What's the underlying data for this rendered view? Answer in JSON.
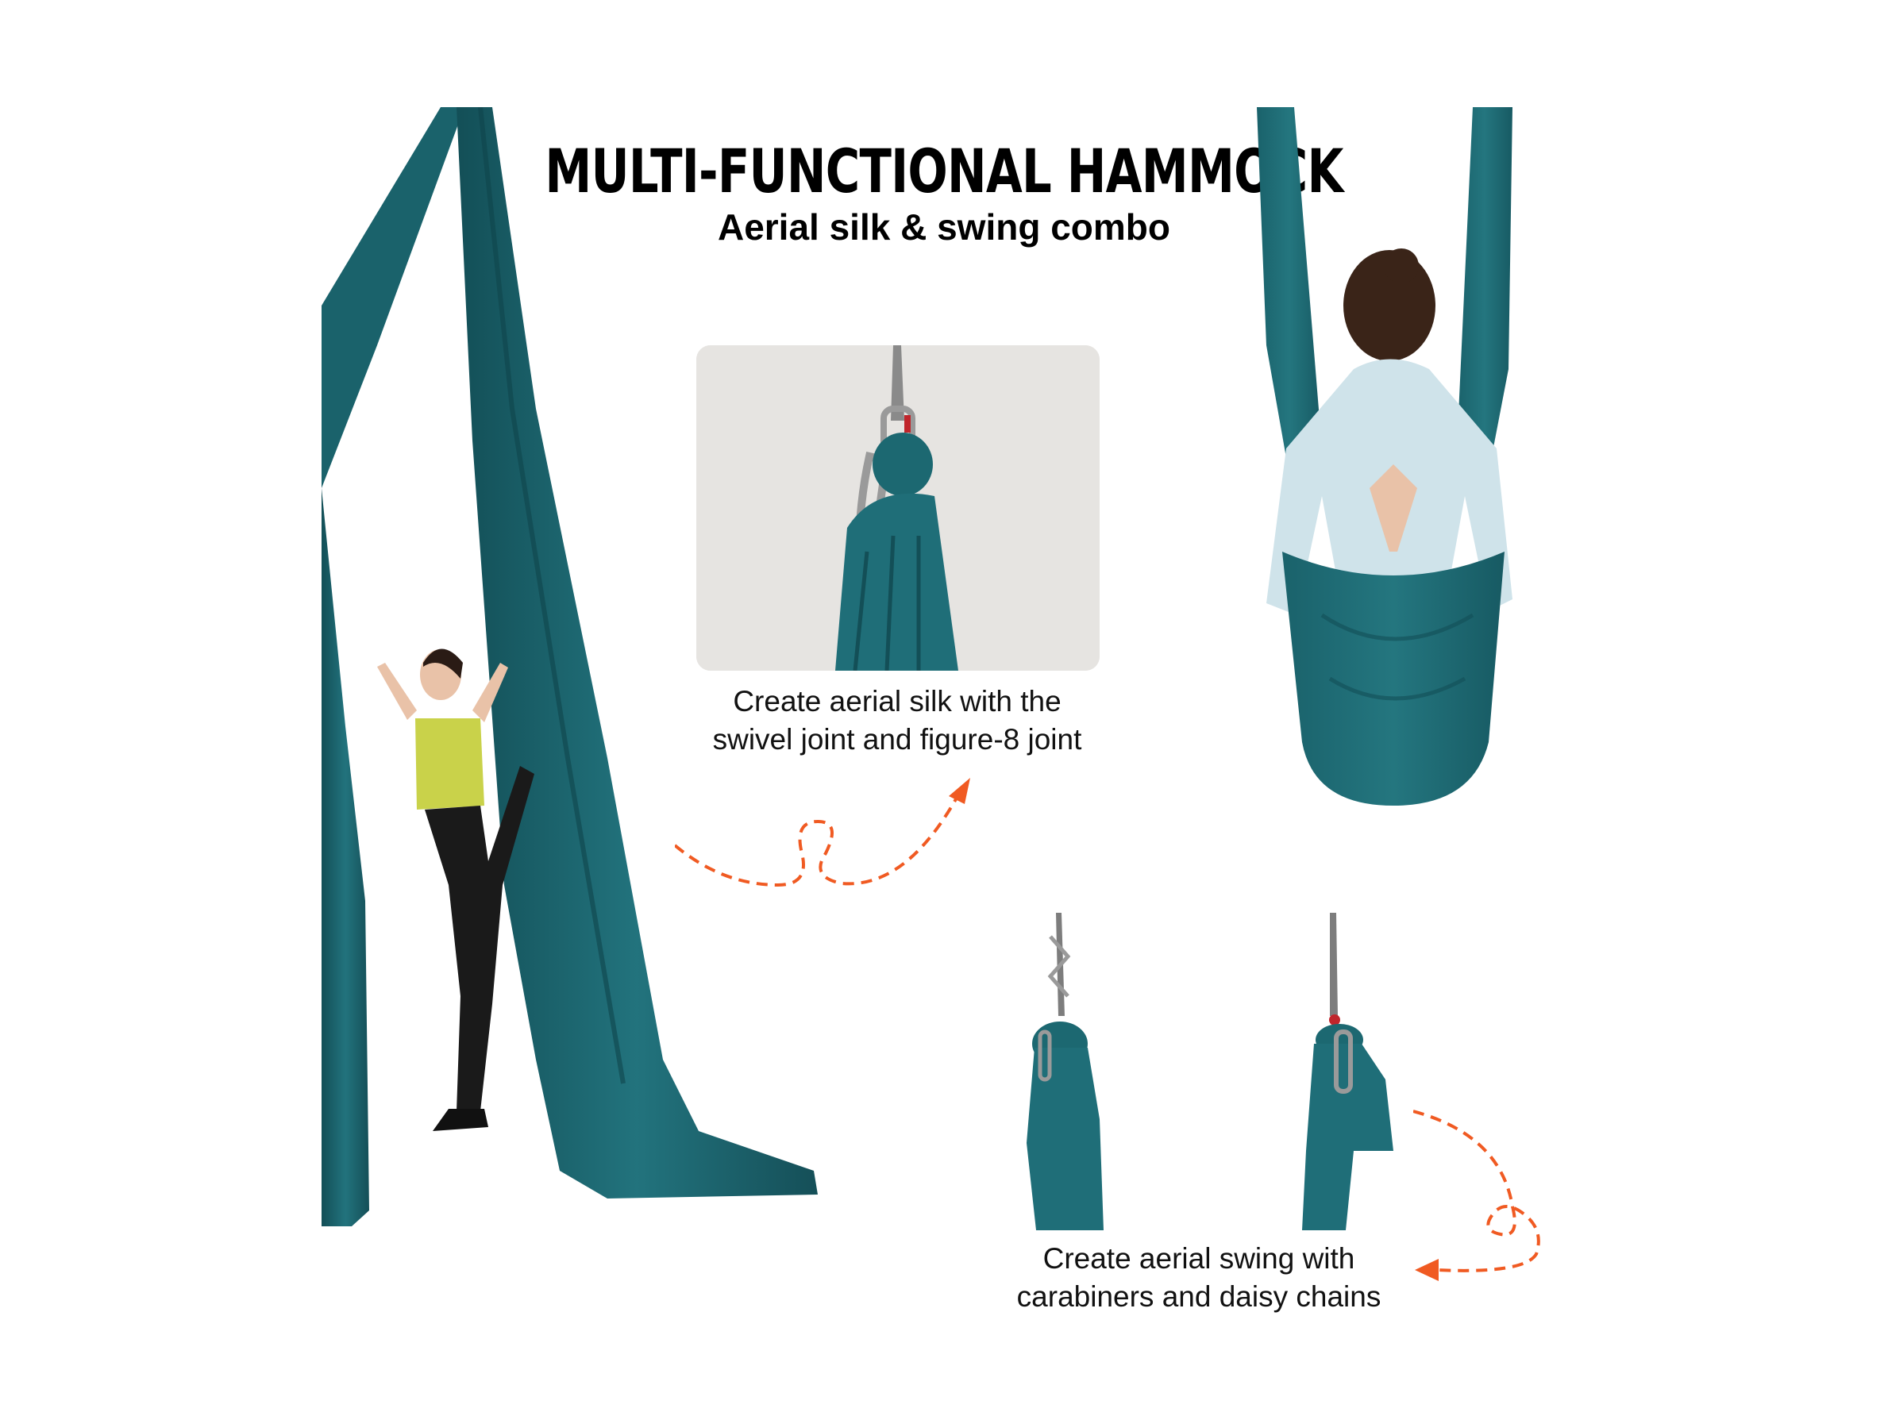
{
  "headline": {
    "title": "MULTI-FUNCTIONAL HAMMOCK",
    "subtitle": "Aerial silk & swing combo"
  },
  "captions": {
    "silk_line1": "Create aerial silk with the",
    "silk_line2": "swivel joint and figure-8 joint",
    "swing_line1": "Create aerial swing with",
    "swing_line2": "carabiners and daisy chains"
  },
  "colors": {
    "fabric": "#1f6e78",
    "fabric_dark": "#134f57",
    "arrow": "#f05a22",
    "photo_bg": "#e6e4e1"
  }
}
